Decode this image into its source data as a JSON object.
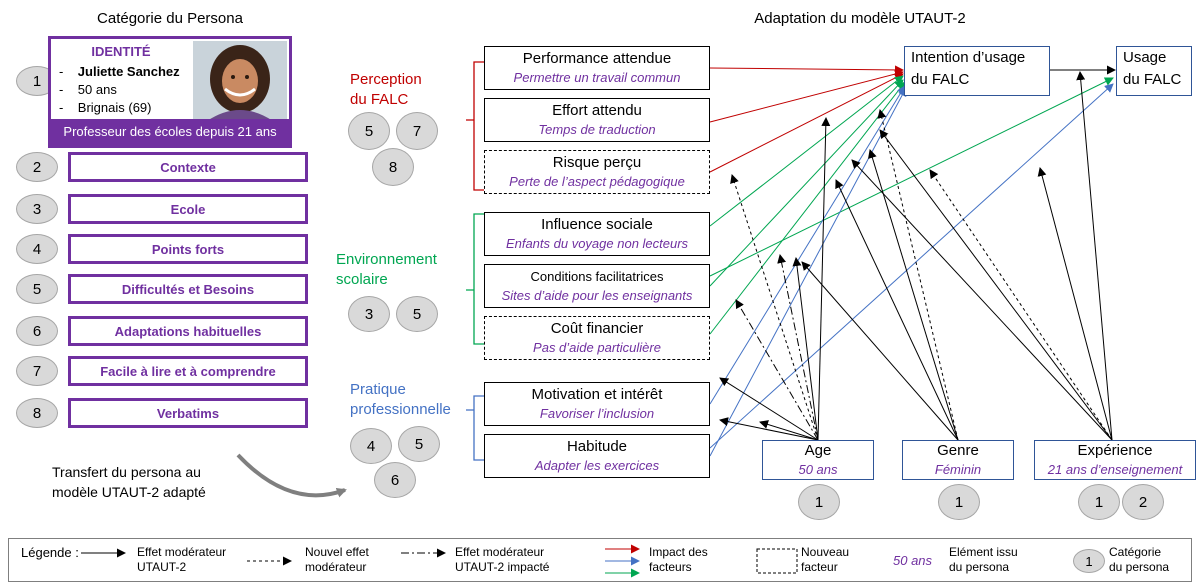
{
  "left_title": "Catégorie du Persona",
  "right_title": "Adaptation du modèle UTAUT-2",
  "identity": {
    "heading": "IDENTITÉ",
    "name": "Juliette Sanchez",
    "age": "50  ans",
    "city": "Brignais (69)",
    "job": "Professeur des écoles depuis 21  ans",
    "number": "1"
  },
  "categories": [
    {
      "num": "2",
      "label": "Contexte"
    },
    {
      "num": "3",
      "label": "Ecole"
    },
    {
      "num": "4",
      "label": "Points forts"
    },
    {
      "num": "5",
      "label": "Difficultés et Besoins"
    },
    {
      "num": "6",
      "label": "Adaptations habituelles"
    },
    {
      "num": "7",
      "label": "Facile à lire et à comprendre"
    },
    {
      "num": "8",
      "label": "Verbatims"
    }
  ],
  "transfer_text": [
    "Transfert du persona au",
    "modèle UTAUT-2 adapté"
  ],
  "groups": {
    "perception": {
      "line1": "Perception",
      "line2": "du FALC",
      "color": "#c00000",
      "circles": [
        "5",
        "7",
        "8"
      ]
    },
    "environnement": {
      "line1": "Environnement",
      "line2": "scolaire",
      "color": "#00a651",
      "circles": [
        "3",
        "5"
      ]
    },
    "pratique": {
      "line1": "Pratique",
      "line2": "professionnelle",
      "color": "#4472c4",
      "circles": [
        "4",
        "5",
        "6"
      ]
    }
  },
  "factors": [
    {
      "title": "Performance attendue",
      "sub": "Permettre un travail commun"
    },
    {
      "title": "Effort attendu",
      "sub": "Temps de traduction"
    },
    {
      "title": "Risque perçu",
      "sub": "Perte de l’aspect pédagogique"
    },
    {
      "title": "Influence sociale",
      "sub": "Enfants du voyage non lecteurs"
    },
    {
      "title": "Conditions facilitatrices",
      "sub": "Sites d’aide pour les enseignants"
    },
    {
      "title": "Coût financier",
      "sub": "Pas d’aide particulière"
    },
    {
      "title": "Motivation et intérêt",
      "sub": "Favoriser l’inclusion"
    },
    {
      "title": "Habitude",
      "sub": "Adapter les exercices"
    }
  ],
  "intention": {
    "line1": "Intention d’usage",
    "line2": "du FALC"
  },
  "usage": {
    "line1": "Usage",
    "line2": "du FALC"
  },
  "moderators": [
    {
      "title": "Age",
      "sub": "50 ans",
      "circles": [
        "1"
      ]
    },
    {
      "title": "Genre",
      "sub": "Féminin",
      "circles": [
        "1"
      ]
    },
    {
      "title": "Expérience",
      "sub": "21 ans d’enseignement",
      "circles": [
        "1",
        "2"
      ]
    }
  ],
  "legend": {
    "label": "Légende :",
    "solid": [
      "Effet modérateur",
      "UTAUT-2"
    ],
    "dotted": [
      "Nouvel effet",
      "modérateur"
    ],
    "dashdot": [
      "Effet modérateur",
      "UTAUT-2 impacté"
    ],
    "impact": [
      "Impact des",
      "facteurs"
    ],
    "new_factor": [
      "Nouveau",
      "facteur"
    ],
    "sample_value": "50 ans",
    "element": [
      "Elément issu",
      "du persona"
    ],
    "sample_circle": "1",
    "category": [
      "Catégorie",
      "du persona"
    ]
  },
  "colors": {
    "purple": "#7030a0",
    "red": "#c00000",
    "green": "#00a651",
    "blue": "#4472c4"
  }
}
